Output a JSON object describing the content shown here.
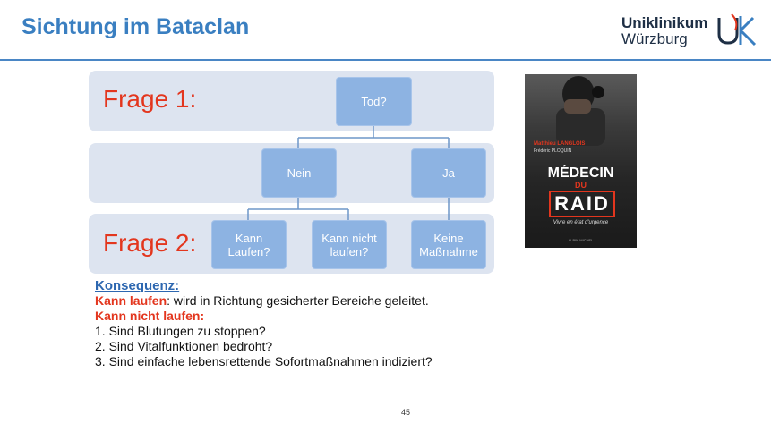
{
  "header": {
    "title": "Sichtung im Bataclan",
    "logo_line1": "Uniklinikum",
    "logo_line2": "Würzburg"
  },
  "diagram": {
    "frage1": "Frage 1:",
    "frage2": "Frage 2:",
    "nodes": {
      "tod": "Tod?",
      "nein": "Nein",
      "ja": "Ja",
      "kann_laufen": "Kann Laufen?",
      "kann_nicht_laufen": "Kann nicht laufen?",
      "keine_massnahme": "Keine Maßnahme"
    }
  },
  "konsequenz": {
    "heading": "Konsequenz:",
    "kann_laufen_label": "Kann laufen",
    "kann_laufen_text": ": wird in Richtung gesicherter Bereiche geleitet.",
    "kann_nicht_laufen_label": "Kann nicht laufen:",
    "items": [
      "1. Sind Blutungen zu stoppen?",
      "2. Sind Vitalfunktionen bedroht?",
      "3. Sind einfache lebensrettende Sofortmaßnahmen indiziert?"
    ]
  },
  "book": {
    "author": "Matthieu LANGLOIS",
    "collab": "Frédéric PLOQUIN",
    "title_line1": "MÉDECIN",
    "title_line2": "DU",
    "title_line3": "RAID",
    "subtitle": "Vivre en état d'urgence",
    "publisher": "ALBIN MICHEL"
  },
  "page_number": "45",
  "colors": {
    "title_blue": "#3a7fc1",
    "red": "#e3361e",
    "box_blue": "#8db3e2",
    "band": "#dde4f0"
  }
}
